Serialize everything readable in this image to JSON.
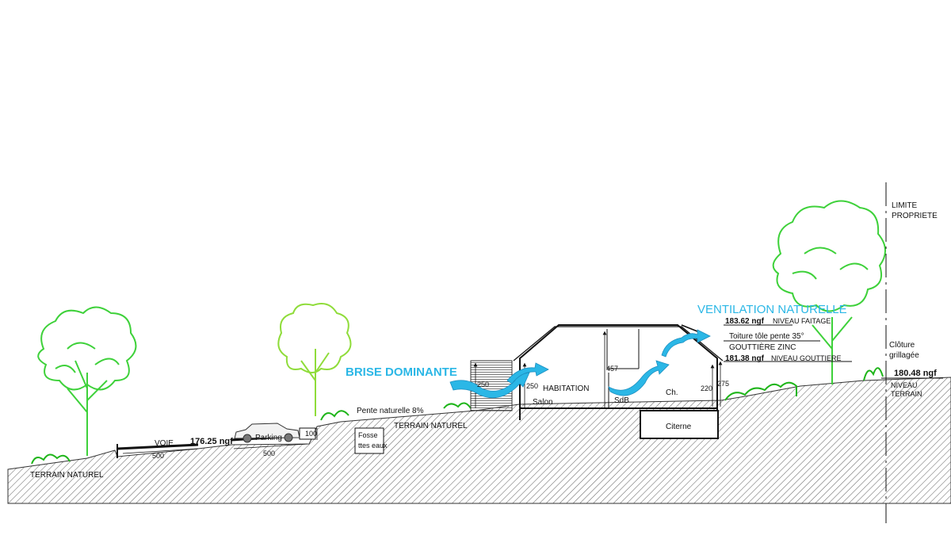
{
  "labels": {
    "brise": "BRISE DOMINANTE",
    "ventilation": "VENTILATION NATURELLE",
    "limite1": "LIMITE",
    "limite2": "PROPRIETE",
    "faitage_level": "183.62 ngf",
    "faitage_text": "NIVEAU FAITAGE",
    "toiture": "Toiture tôle pente 35°",
    "gouttiere_zinc": "GOUTTIÈRE ZINC",
    "gouttiere_level": "181.38 ngf",
    "gouttiere_text": "NIVEAU GOUTTIERE",
    "cloture1": "Clôture",
    "cloture2": "grillagée",
    "terrain_level": "180.48 ngf",
    "niveau_terrain1": "NIVEAU",
    "niveau_terrain2": "TERRAIN",
    "habitation": "HABITATION",
    "salon": "Salon",
    "sdb": "SdB",
    "ch": "Ch.",
    "citerne": "Citerne",
    "pente": "Pente naturelle 8%",
    "terrain_naturel_mid": "TERRAIN NATUREL",
    "terrain_naturel_left": "TERRAIN NATUREL",
    "fosse1": "Fosse",
    "fosse2": "ttes eaux",
    "voie": "VOIE",
    "voie_level": "176.25 ngf",
    "parking": "Parking"
  },
  "dimensions": {
    "d250_brise": "250",
    "d250_hab": "250",
    "d457": "457",
    "d220": "220",
    "d275": "275",
    "d100": "100",
    "d500_left": "500",
    "d500_right": "500"
  },
  "colors": {
    "tree_green": "#3ed13a",
    "shrub_green": "#1fb51a",
    "wind_blue": "#2bb7e6",
    "line": "#222222",
    "hatch": "#6a6a6a"
  }
}
